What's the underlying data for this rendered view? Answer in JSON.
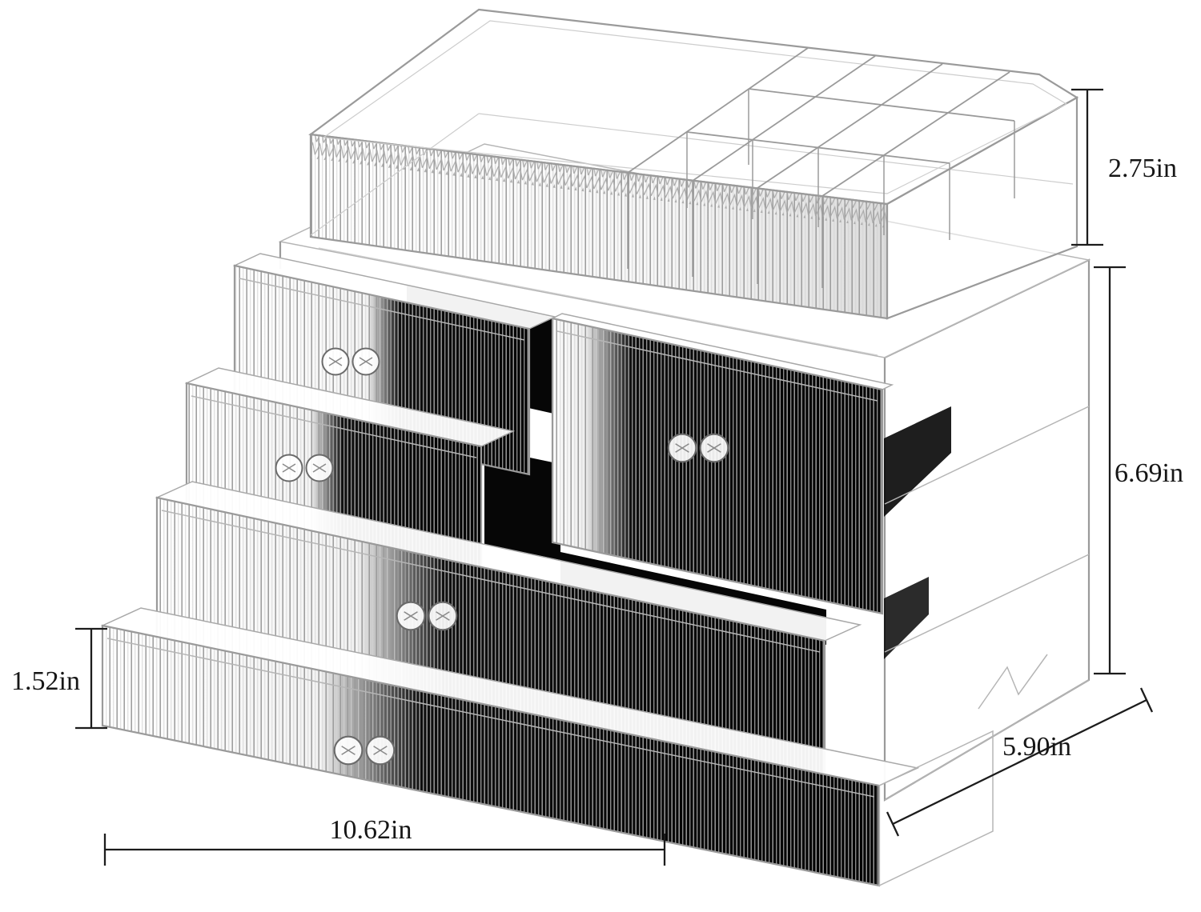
{
  "annotations": {
    "top_section_height": "2.75in",
    "main_section_height": "6.69in",
    "bottom_drawer_height": "1.52in",
    "width": "10.62in",
    "depth": "5.90in",
    "units": "in"
  },
  "colors": {
    "background": "#ffffff",
    "outline": "#9a9a9a",
    "drawer_interior": "#060606",
    "dimension_line": "#1c1c1c",
    "label_text": "#161616"
  }
}
